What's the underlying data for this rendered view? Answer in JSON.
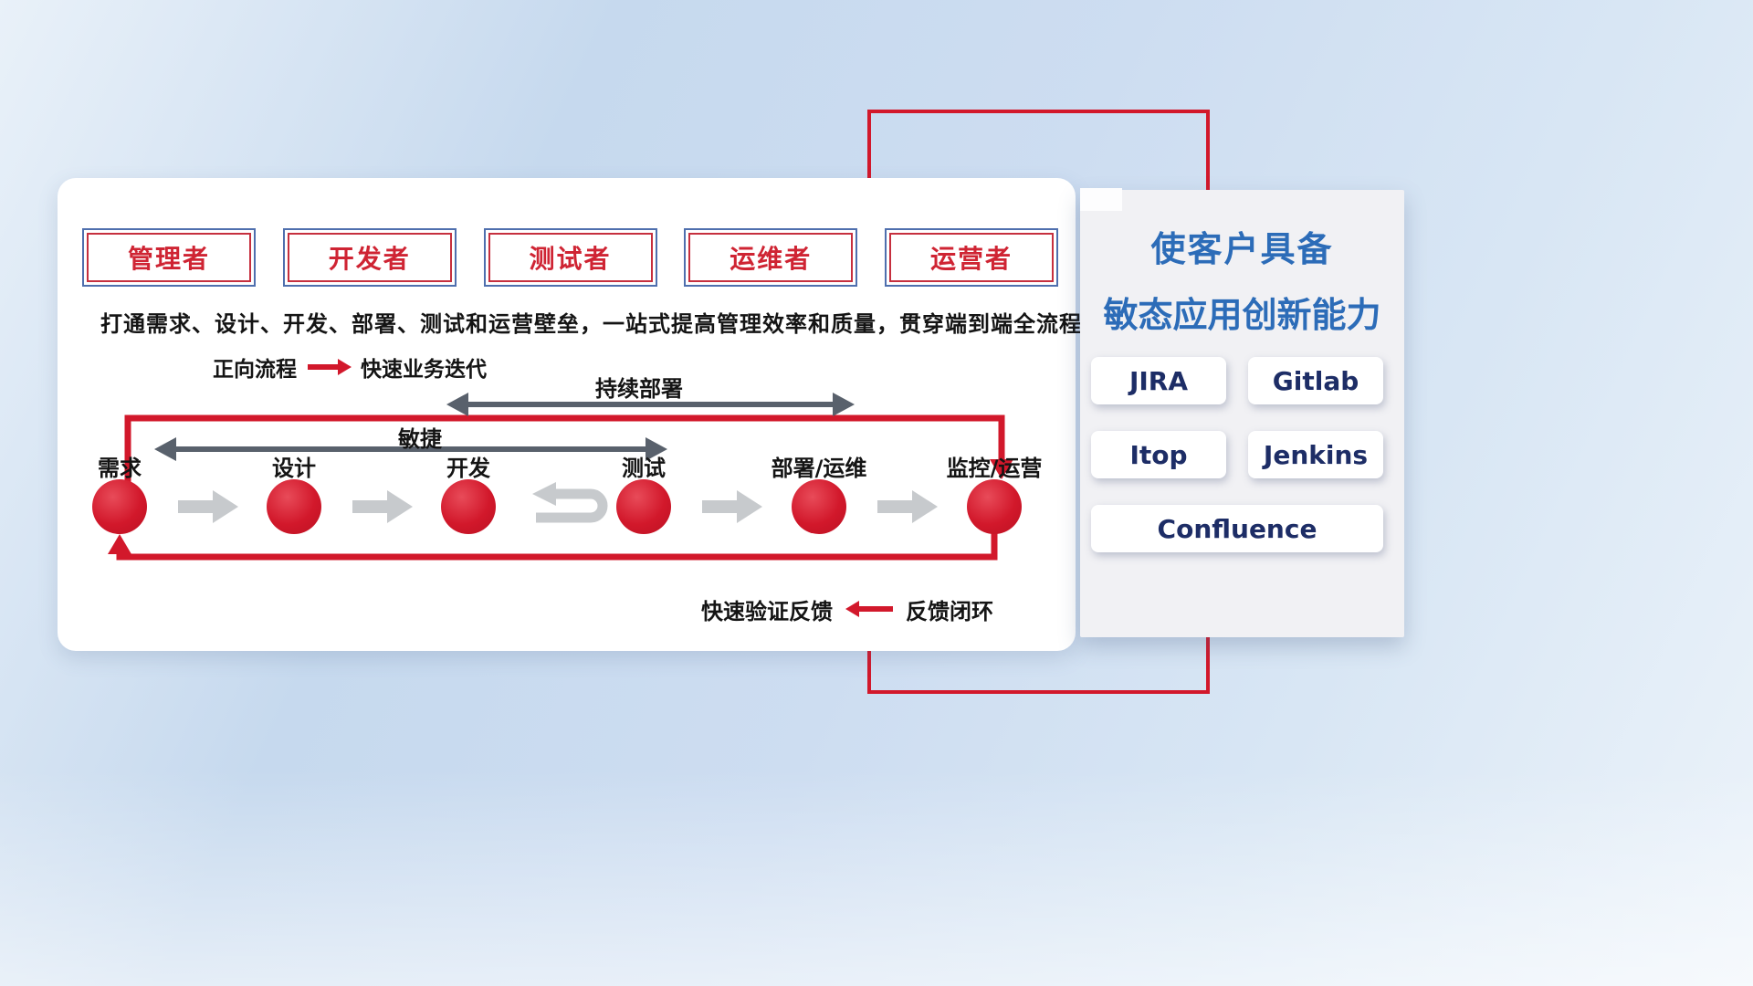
{
  "diagram": {
    "roles": [
      {
        "label": "管理者"
      },
      {
        "label": "开发者"
      },
      {
        "label": "测试者"
      },
      {
        "label": "运维者"
      },
      {
        "label": "运营者"
      }
    ],
    "description": "打通需求、设计、开发、部署、测试和运营壁垒，一站式提高管理效率和质量，贯穿端到端全流程",
    "forward_legend": {
      "label": "正向流程",
      "text": "快速业务迭代"
    },
    "feedback_legend": {
      "label": "快速验证反馈",
      "text": "反馈闭环"
    },
    "flow": {
      "continuous_deploy_label": "持续部署",
      "agile_label": "敏捷",
      "stages": [
        {
          "label": "需求"
        },
        {
          "label": "设计"
        },
        {
          "label": "开发"
        },
        {
          "label": "测试"
        },
        {
          "label": "部署/运维"
        },
        {
          "label": "监控/运营"
        }
      ]
    }
  },
  "side_panel": {
    "title_line1": "使客户具备",
    "title_line2": "敏态应用创新能力",
    "tools": [
      {
        "label": "JIRA"
      },
      {
        "label": "Gitlab"
      },
      {
        "label": "Itop"
      },
      {
        "label": "Jenkins"
      },
      {
        "label": "Confluence"
      }
    ]
  },
  "colors": {
    "accent_red": "#d2182b",
    "title_blue": "#2c6cb8",
    "tool_navy": "#1d2d66",
    "role_border_blue": "#4f6fae",
    "role_red": "#c62f3e",
    "dark_arrow_gray": "#59616c",
    "light_arrow_gray": "#c7cacd"
  }
}
